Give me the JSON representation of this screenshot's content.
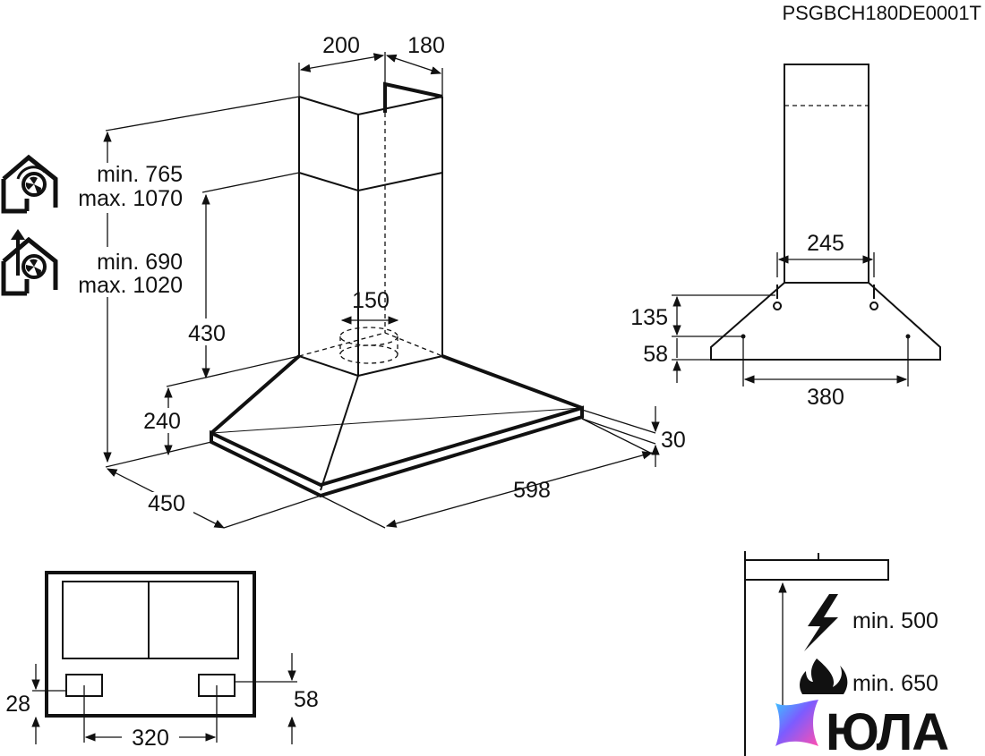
{
  "model_code": "PSGBCH180DE0001T",
  "main_view": {
    "chimney_width": "200",
    "chimney_depth": "180",
    "duct_diameter": "150",
    "chimney_min_height": "430",
    "canopy_height": "240",
    "edge_height": "30",
    "hood_width": "598",
    "hood_depth": "450",
    "recirculation": {
      "min": "min. 765",
      "max": "max. 1070"
    },
    "extraction": {
      "min": "min. 690",
      "max": "max. 1020"
    }
  },
  "side_view": {
    "chimney_width": "245",
    "bracket_height": "135",
    "mount_offset": "58",
    "bracket_spacing": "380"
  },
  "bottom_view": {
    "left_offset": "28",
    "right_offset": "58",
    "spacing": "320"
  },
  "install_heights": {
    "electric": "min. 500",
    "gas": "min. 650"
  },
  "brand": {
    "name": "ЮЛА"
  },
  "colors": {
    "line": "#111111",
    "bg": "#ffffff",
    "logo": [
      "#ff4fb0",
      "#7c5cff",
      "#39c6ff",
      "#40e0c0"
    ]
  }
}
